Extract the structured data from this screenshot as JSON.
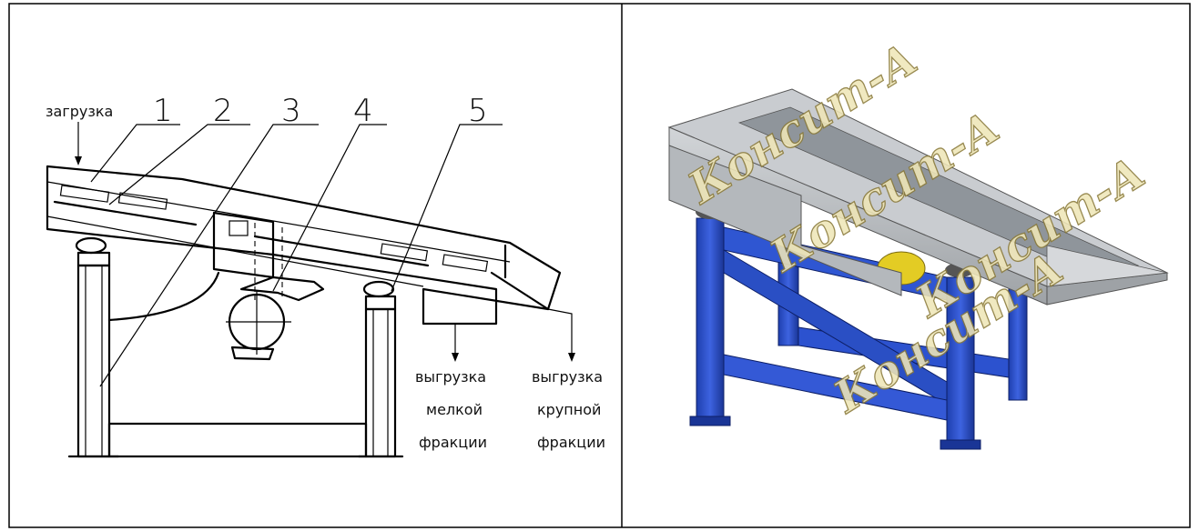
{
  "left_panel": {
    "labels": {
      "loading": "загрузка",
      "unload_fine_1": "выгрузка",
      "unload_fine_2": "мелкой",
      "unload_fine_3": "фракции",
      "unload_coarse_1": "выгрузка",
      "unload_coarse_2": "крупной",
      "unload_coarse_3": "фракции"
    },
    "callouts": [
      "1",
      "2",
      "3",
      "4",
      "5"
    ]
  },
  "right_panel": {
    "watermark": "Консит-А",
    "colors": {
      "frame": "#2a4fc4",
      "trough": "#b9bdc2",
      "motor": "#e3cc24"
    }
  }
}
